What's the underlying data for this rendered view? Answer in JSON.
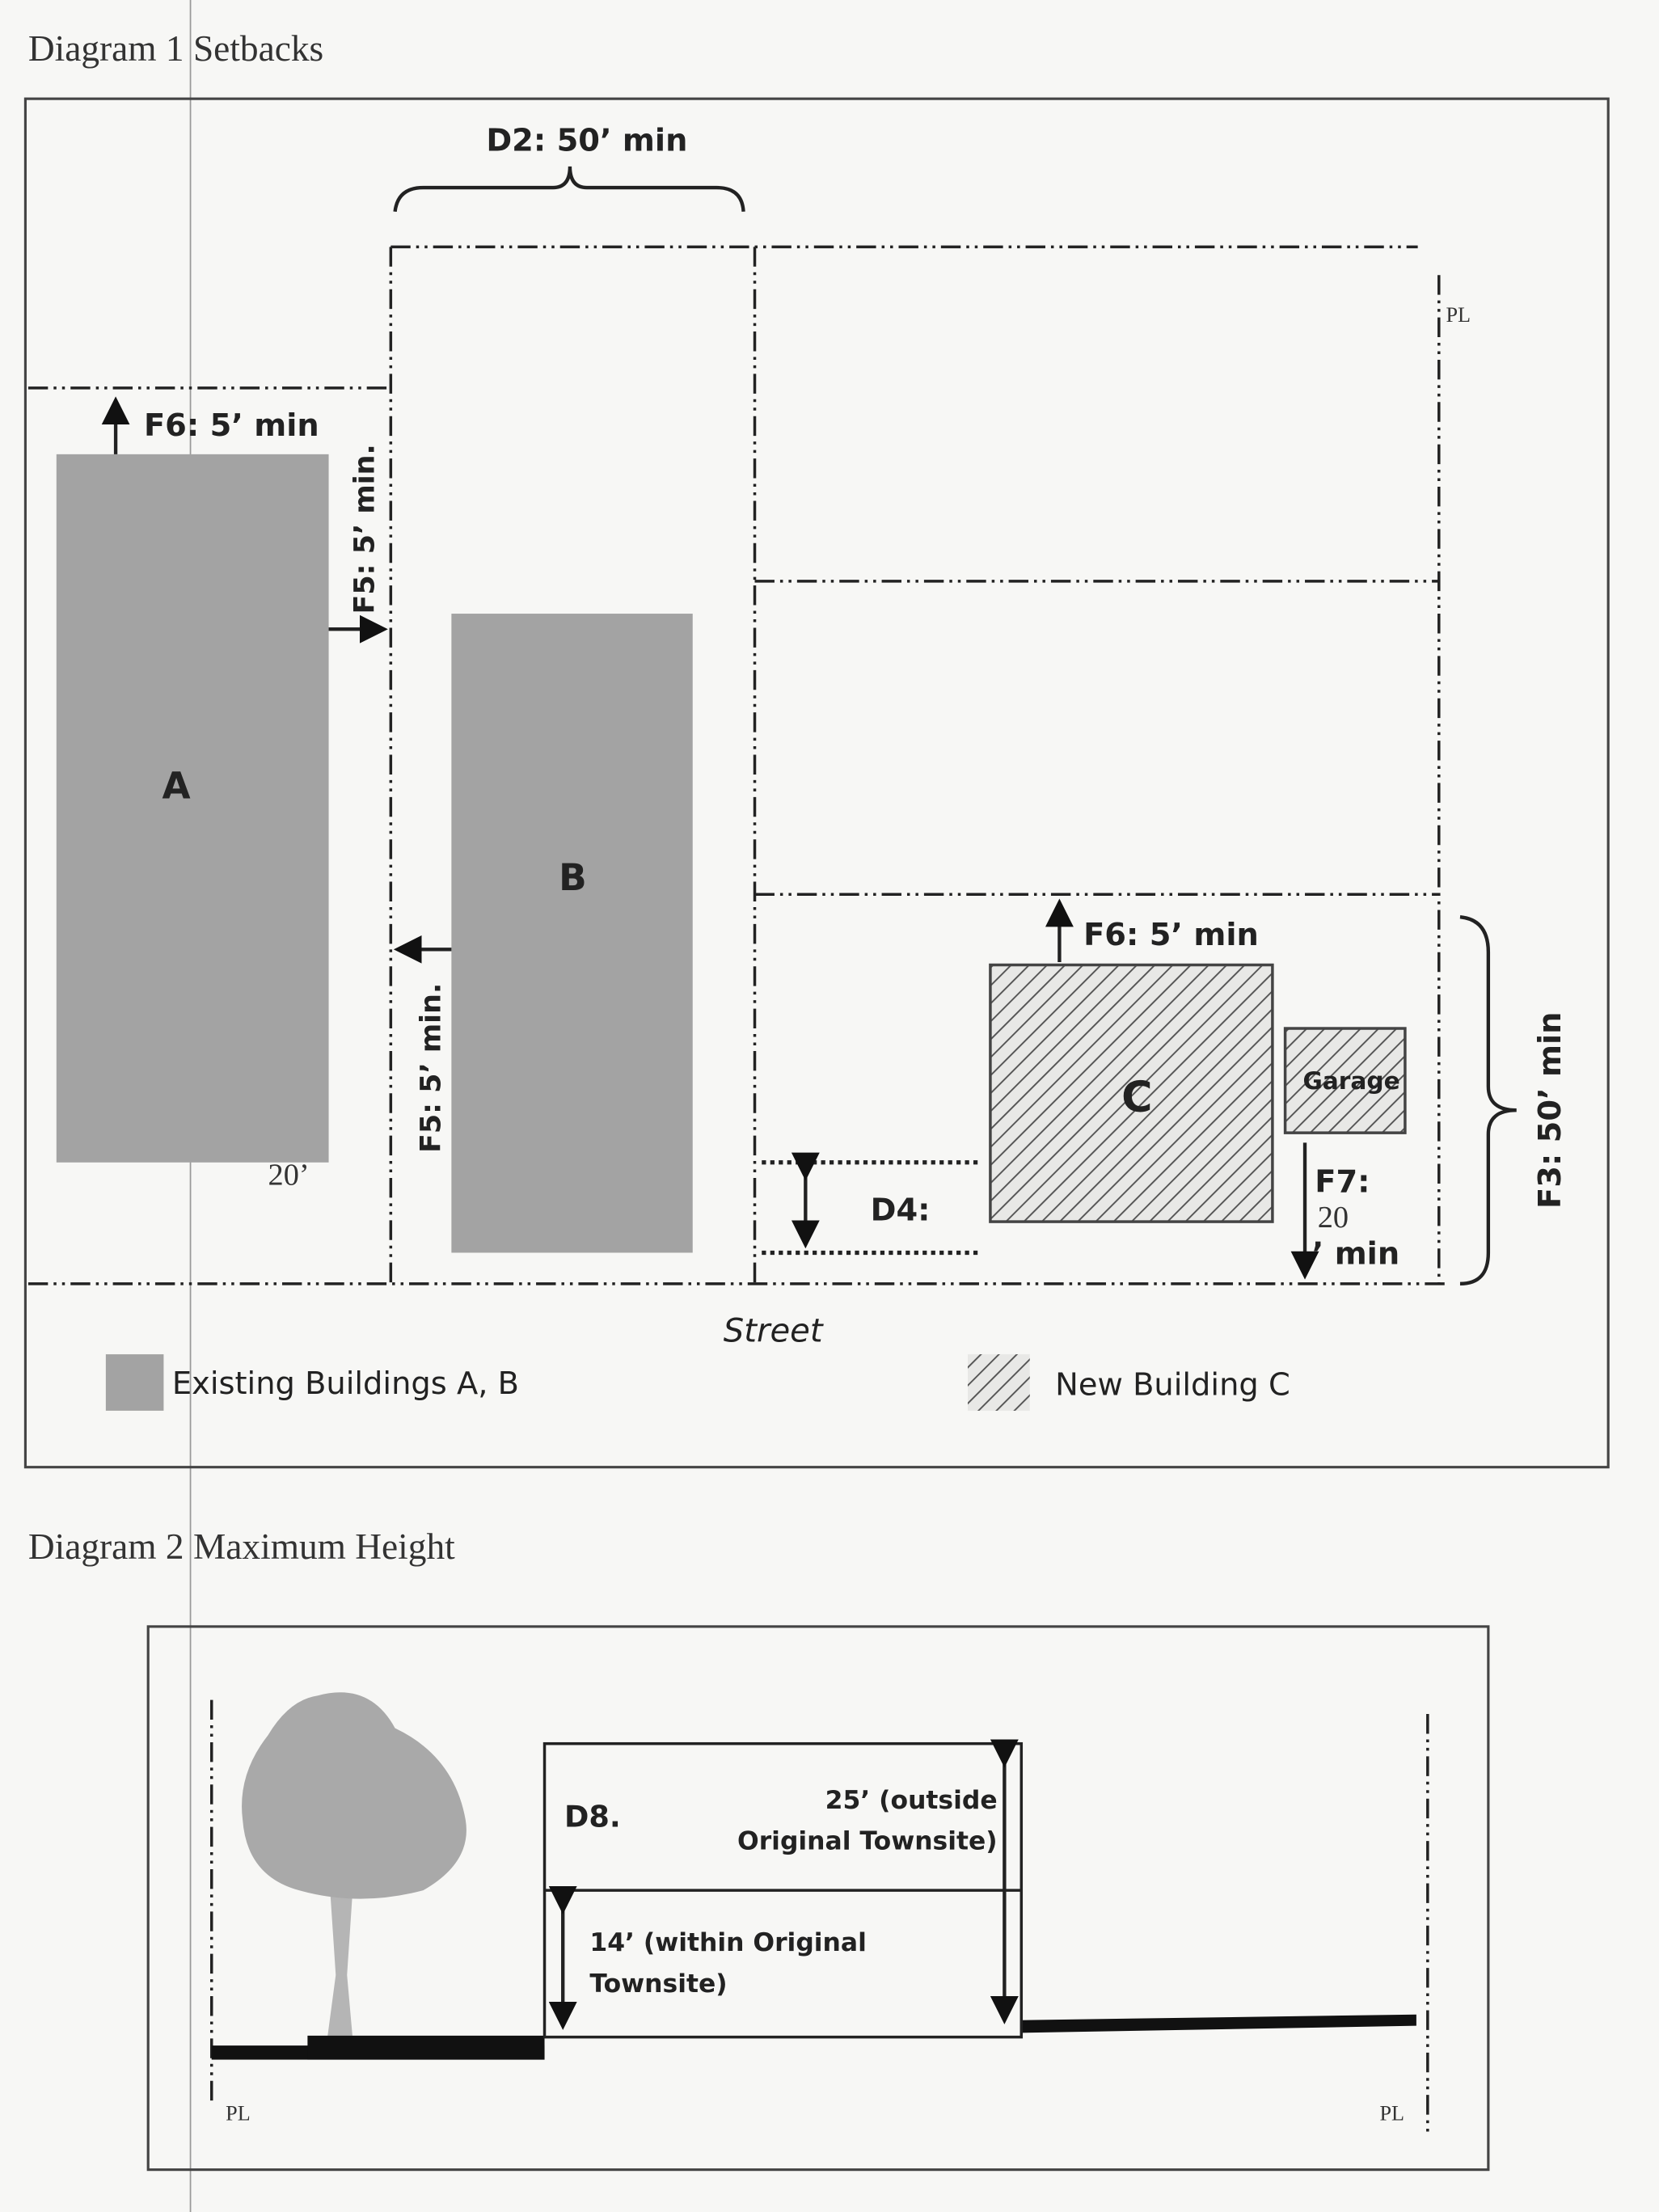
{
  "diagram1": {
    "title": "Diagram 1 Setbacks",
    "d2_label": "D2: 50’ min",
    "pl_label": "PL",
    "building_a": "A",
    "building_b": "B",
    "building_c": "C",
    "garage": "Garage",
    "f6_a": "F6: 5’ min",
    "f5_a": "F5: 5’ min.",
    "f5_b": "F5: 5’ min.",
    "f6_c": "F6: 5’ min",
    "f7_line1": "F7:",
    "f7_line2": "’ min",
    "f7_value": "20",
    "a_value": "20’",
    "d4_label": "D4:",
    "f3_label": "F3: 50’ min",
    "street": "Street",
    "legend_existing": "Existing Buildings A, B",
    "legend_new": "New Building C",
    "colors": {
      "existing": "#a3a3a3",
      "hatch": "#555555"
    }
  },
  "diagram2": {
    "title": "Diagram 2 Maximum Height",
    "d8_label": "D8.",
    "outside_line1": "25’ (outside",
    "outside_line2": "Original Townsite)",
    "within_line1": "14’  (within Original",
    "within_line2": "Townsite)",
    "pl_left": "PL",
    "pl_right": "PL"
  }
}
